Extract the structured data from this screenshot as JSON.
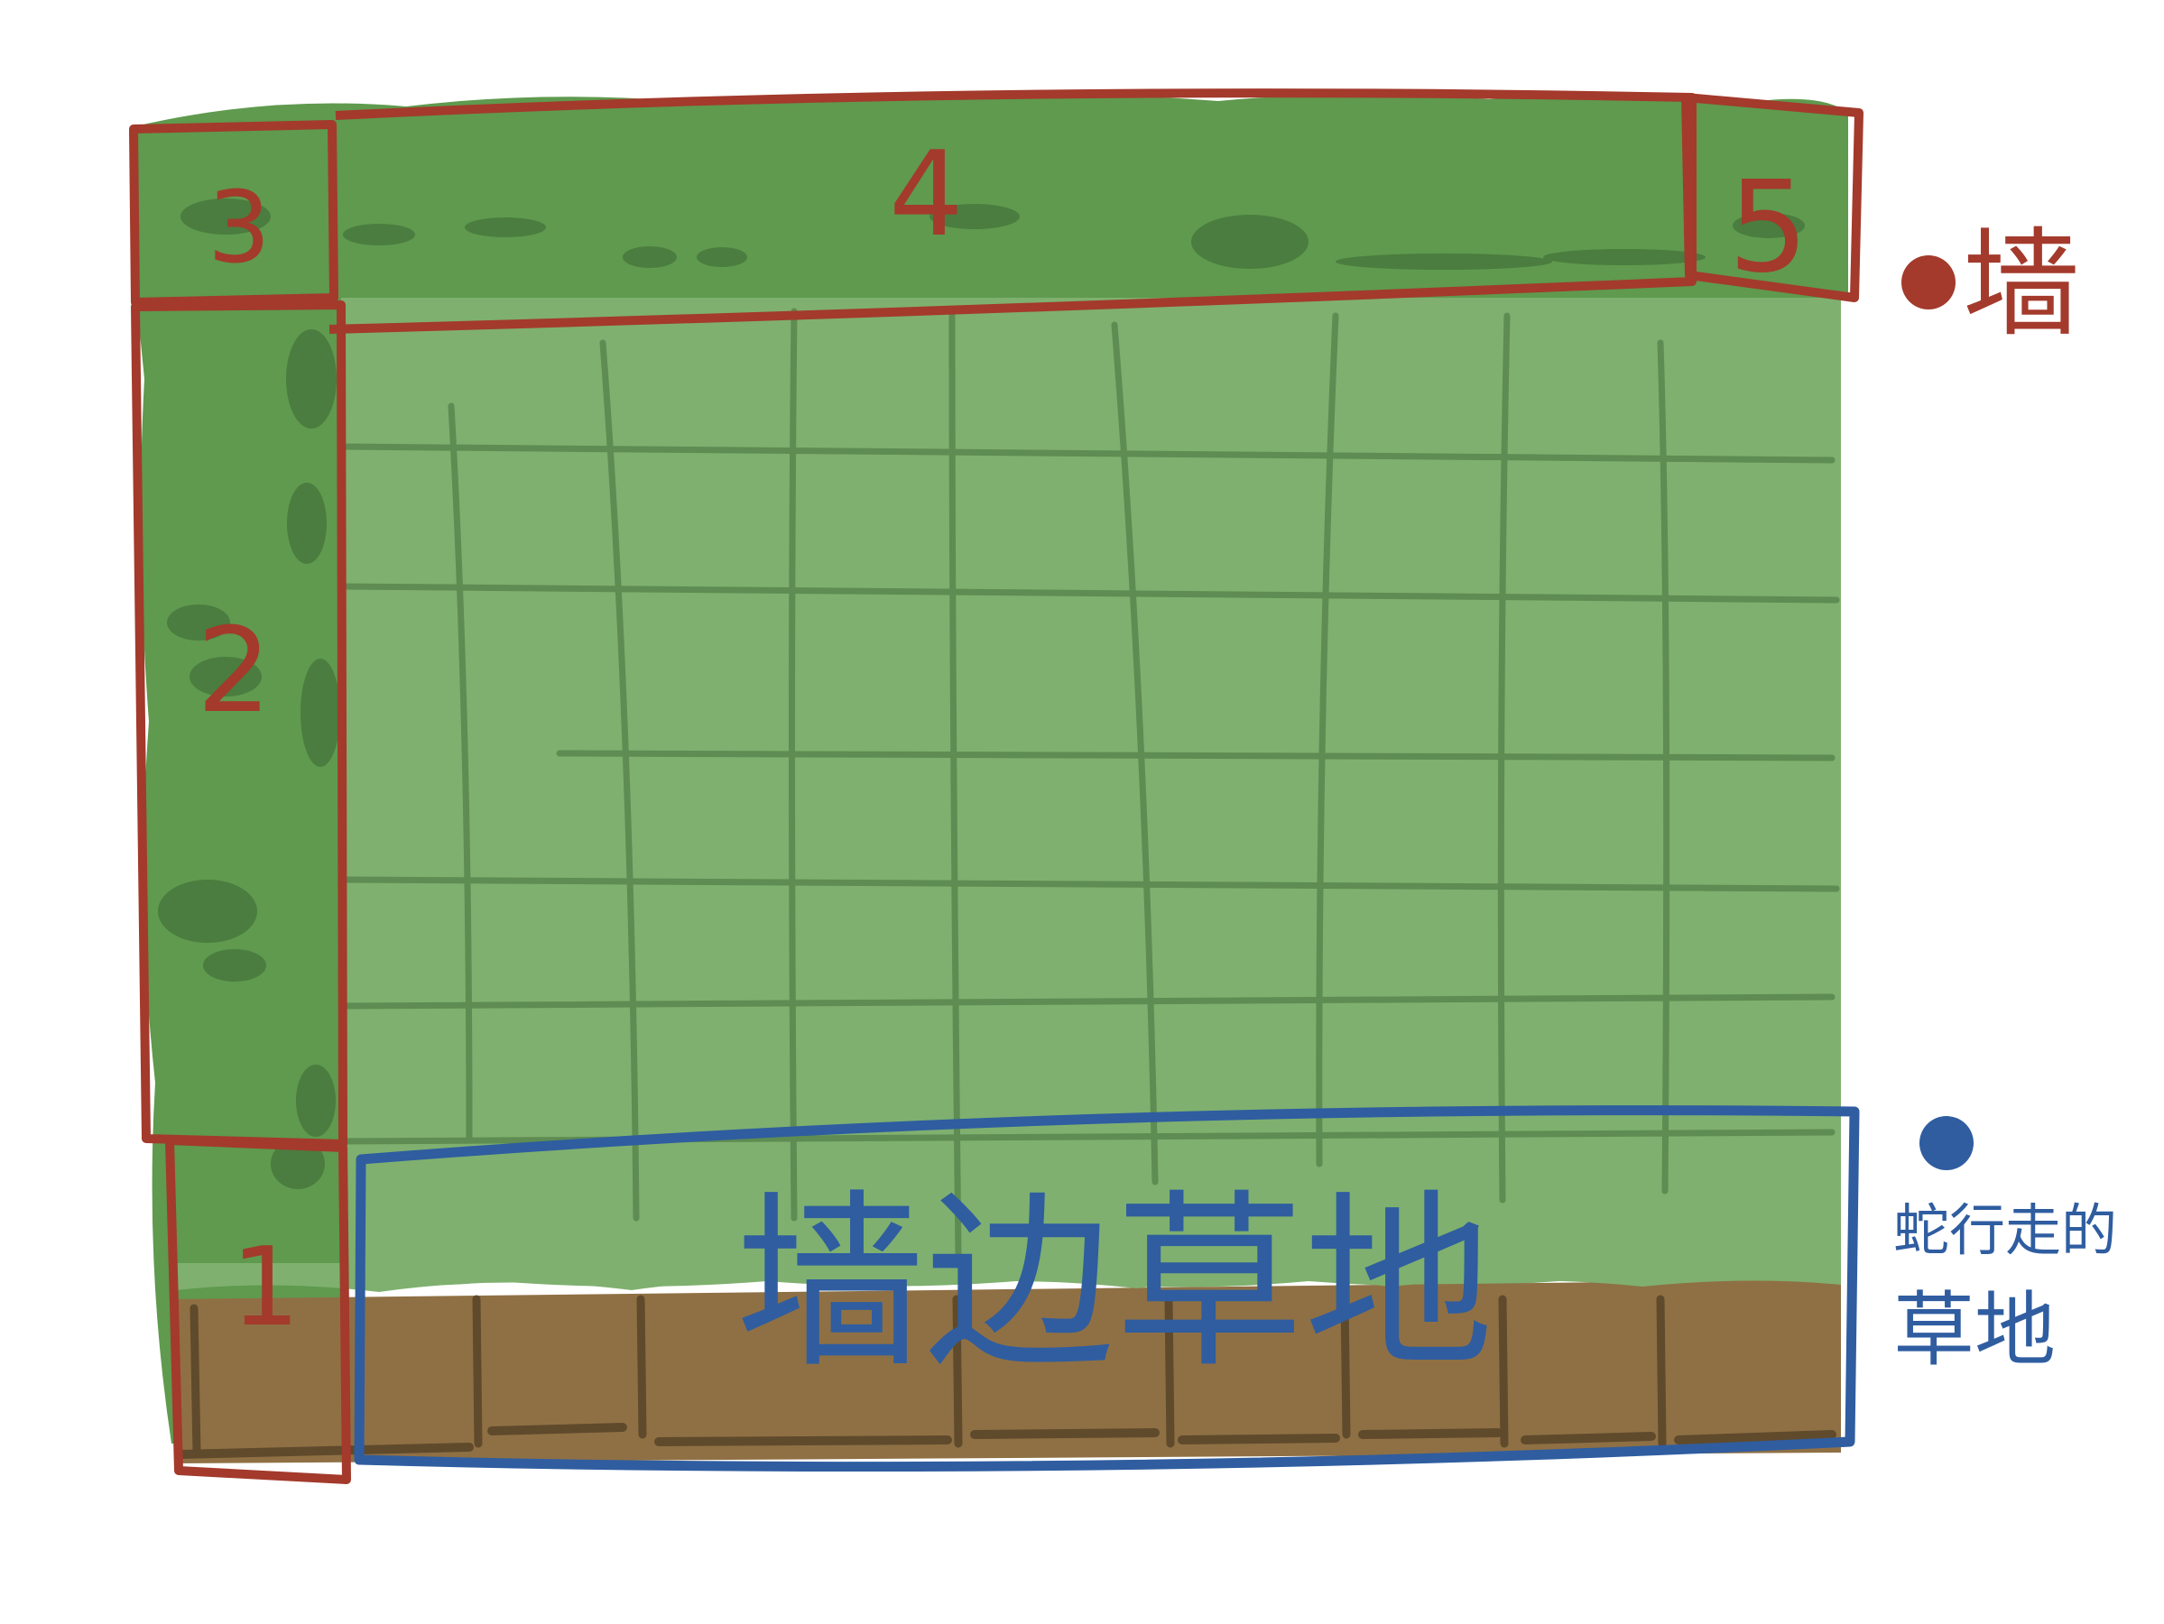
{
  "diagram": {
    "wall_zones": [
      {
        "label": "1"
      },
      {
        "label": "2"
      },
      {
        "label": "3"
      },
      {
        "label": "4"
      },
      {
        "label": "5"
      }
    ],
    "field_zone": {
      "label": "墙边草地"
    },
    "legend": {
      "wall": {
        "text": "墙",
        "color": "#a33a2c"
      },
      "grass": {
        "text_line1": "蛇行走的",
        "text_line2": "草地",
        "color": "#2f5da0"
      }
    },
    "colors": {
      "wall_green": "#5f9a4e",
      "wall_dark": "#4a7d3f",
      "field_green": "#7fb06f",
      "grid_line": "#5e8c52",
      "dirt": "#8f7044",
      "dirt_dark": "#5f4a2c",
      "red": "#a33a2c",
      "blue": "#2f5da0"
    }
  }
}
